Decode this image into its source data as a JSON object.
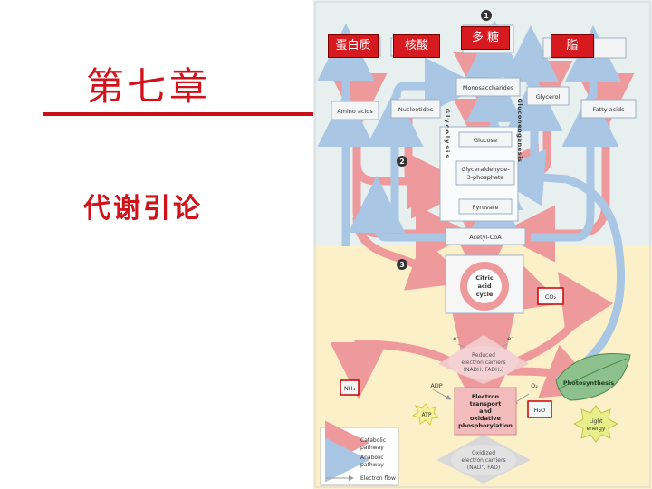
{
  "slide": {
    "chapter": "第七章",
    "subtitle": "代谢引论"
  },
  "tags": {
    "polysaccharide": "多 糖",
    "protein": "蛋白质",
    "nucleic_acid": "核酸",
    "lipid": "脂"
  },
  "diagram": {
    "stage_1": "1",
    "stage_2": "2",
    "stage_3": "3",
    "monosaccharides": "Monosaccharides",
    "glycerol": "Glycerol",
    "amino_acids": "Amino acids",
    "nucleotides": "Nucleotides",
    "fatty_acids": "Fatty acids",
    "glucose": "Glucose",
    "g3p_line1": "Glyceraldehyde-",
    "g3p_line2": "3-phosphate",
    "pyruvate": "Pyruvate",
    "glycolysis": "Glycolysis",
    "gluconeogenesis": "Gluconeogenesis",
    "acetyl_coa": "Acetyl-CoA",
    "citric_line1": "Citric",
    "citric_line2": "acid",
    "citric_line3": "cycle",
    "co2": "CO₂",
    "electron_label": "e⁻",
    "reduced_line1": "Reduced",
    "reduced_line2": "electron carriers",
    "reduced_line3": "(NADH, FADH₂)",
    "nh3": "NH₃",
    "adp": "ADP",
    "o2": "O₂",
    "atp": "ATP",
    "h2o": "H₂O",
    "etc_line1": "Electron",
    "etc_line2": "transport",
    "etc_line3": "and",
    "etc_line4": "oxidative",
    "etc_line5": "phosphorylation",
    "oxidized_line1": "Oxidized",
    "oxidized_line2": "electron carriers",
    "oxidized_line3": "(NAD⁺, FAD)",
    "photosynthesis": "Photosynthesis",
    "light_line1": "Light",
    "light_line2": "energy"
  },
  "key": {
    "title": "Key:",
    "catabolic_line1": "Catabolic",
    "catabolic_line2": "pathway",
    "anabolic_line1": "Anabolic",
    "anabolic_line2": "pathway",
    "electron_flow": "Electron flow"
  },
  "colors": {
    "title_red": "#d0121b",
    "catabolic": "#ee9a9c",
    "anabolic": "#a9c6e4",
    "background_top": "#e7efef",
    "background_bottom": "#fbf0c8"
  }
}
